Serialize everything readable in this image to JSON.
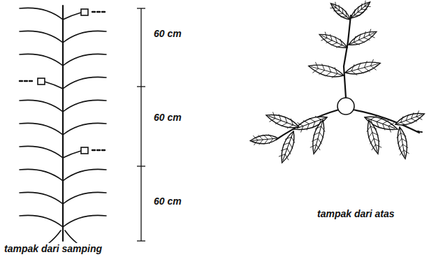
{
  "diagram": {
    "labels": [
      "60 cm",
      "60 cm",
      "60 cm",
      "tampak dari samping",
      "tampak dari atas"
    ]
  }
}
